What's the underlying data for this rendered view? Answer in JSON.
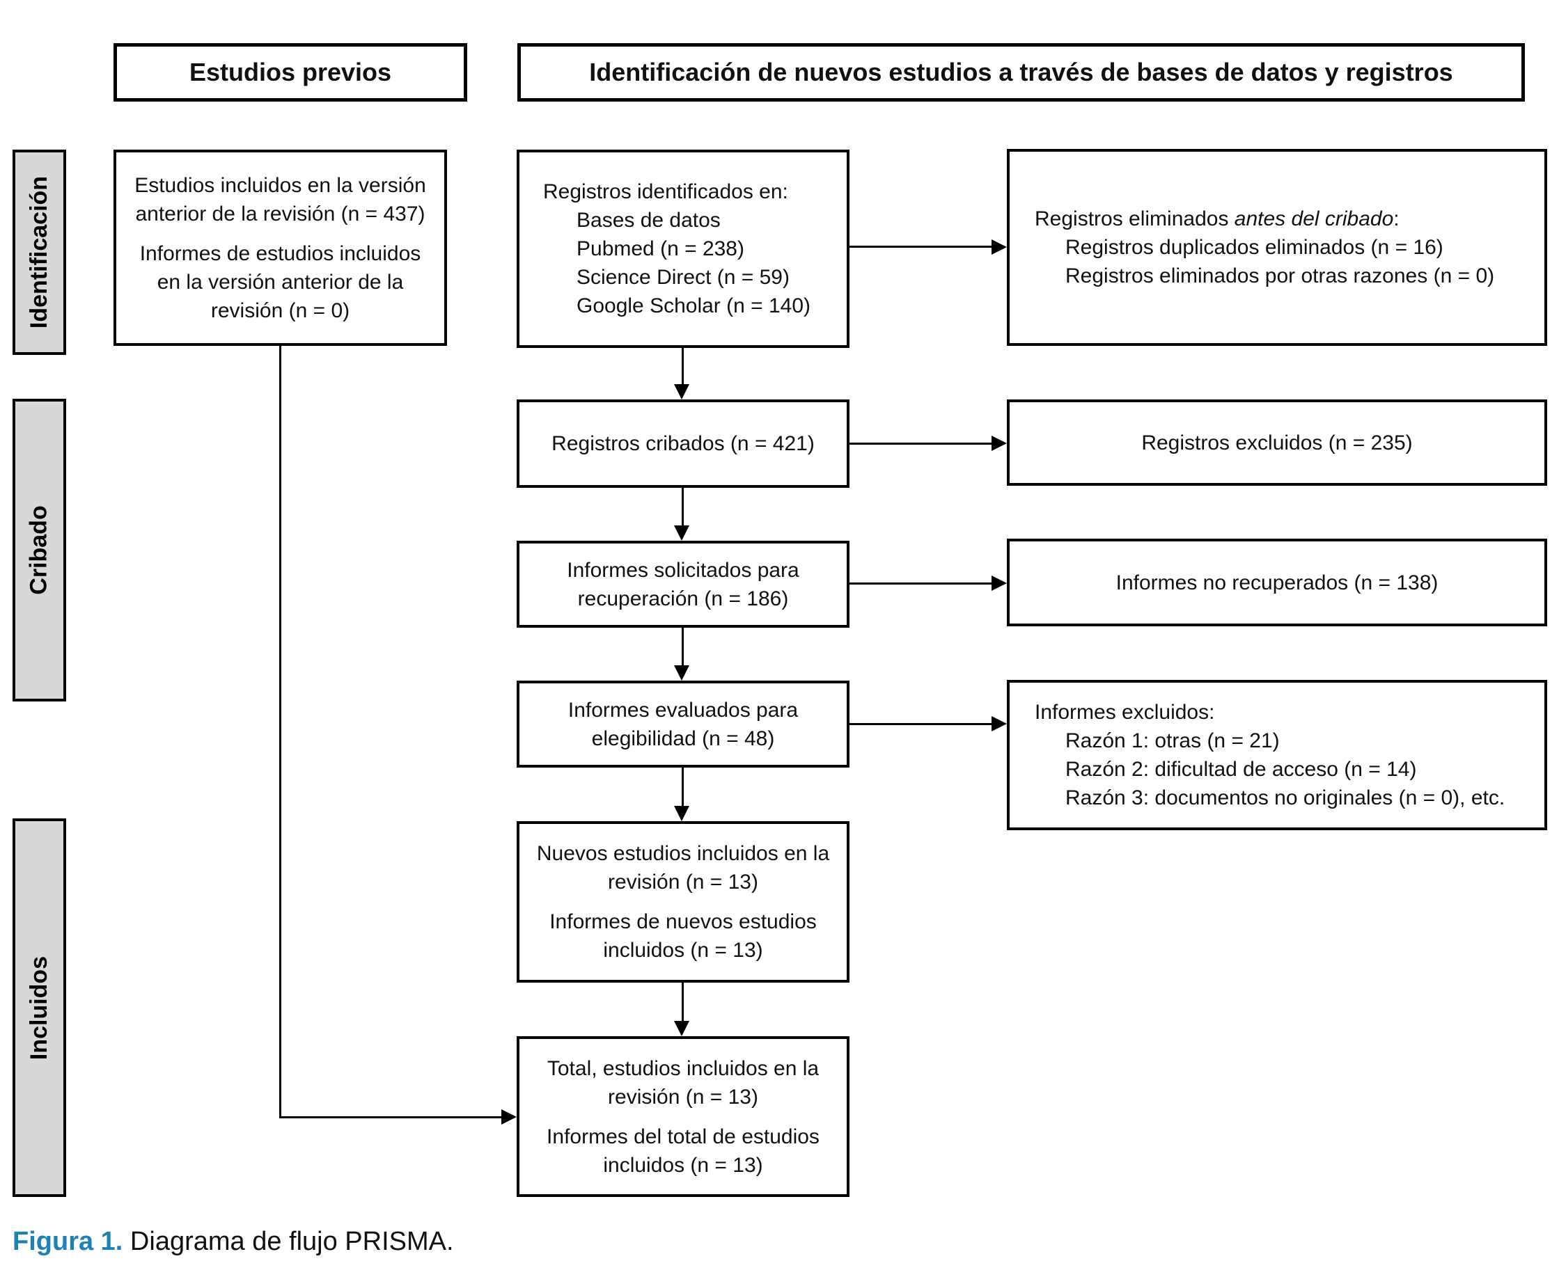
{
  "headers": {
    "previous_studies": "Estudios previos",
    "new_studies_identification": "Identificación de nuevos estudios a través de bases de datos y registros"
  },
  "stages": {
    "identification": "Identificación",
    "screening": "Cribado",
    "included": "Incluidos"
  },
  "boxes": {
    "previous_version": {
      "para1": "Estudios incluidos en la versión anterior de la revisión (n = 437)",
      "para2": "Informes de estudios incluidos en la versión anterior de la revisión (n = 0)"
    },
    "records_identified": {
      "title": "Registros identificados en:",
      "items": [
        "Bases de datos",
        "Pubmed (n = 238)",
        "Science Direct (n = 59)",
        "Google Scholar (n = 140)"
      ]
    },
    "records_removed": {
      "title_prefix": "Registros eliminados ",
      "title_italic": "antes del cribado",
      "title_suffix": ":",
      "items": [
        "Registros duplicados eliminados (n = 16)",
        "Registros eliminados por otras razones (n = 0)"
      ]
    },
    "records_screened": "Registros cribados (n = 421)",
    "records_excluded": "Registros excluidos (n = 235)",
    "reports_sought": "Informes solicitados para recuperación (n = 186)",
    "reports_not_retrieved": "Informes no recuperados (n = 138)",
    "reports_assessed": "Informes evaluados para elegibilidad (n = 48)",
    "reports_excluded": {
      "title": "Informes excluidos:",
      "items": [
        "Razón 1: otras (n = 21)",
        "Razón 2: dificultad de acceso (n = 14)",
        "Razón 3: documentos no originales (n = 0), etc."
      ]
    },
    "new_studies": {
      "para1": "Nuevos estudios incluidos en la revisión (n = 13)",
      "para2": "Informes de nuevos estudios incluidos (n = 13)"
    },
    "total_studies": {
      "para1": "Total, estudios incluidos en la revisión (n = 13)",
      "para2": "Informes del total de estudios incluidos (n = 13)"
    }
  },
  "caption": {
    "label": "Figura 1.",
    "text": " Diagrama de flujo PRISMA."
  },
  "colors": {
    "caption_label_blue": "#1f80b4",
    "stage_fill_gray": "#d8d8d8",
    "line_black": "#000000"
  }
}
